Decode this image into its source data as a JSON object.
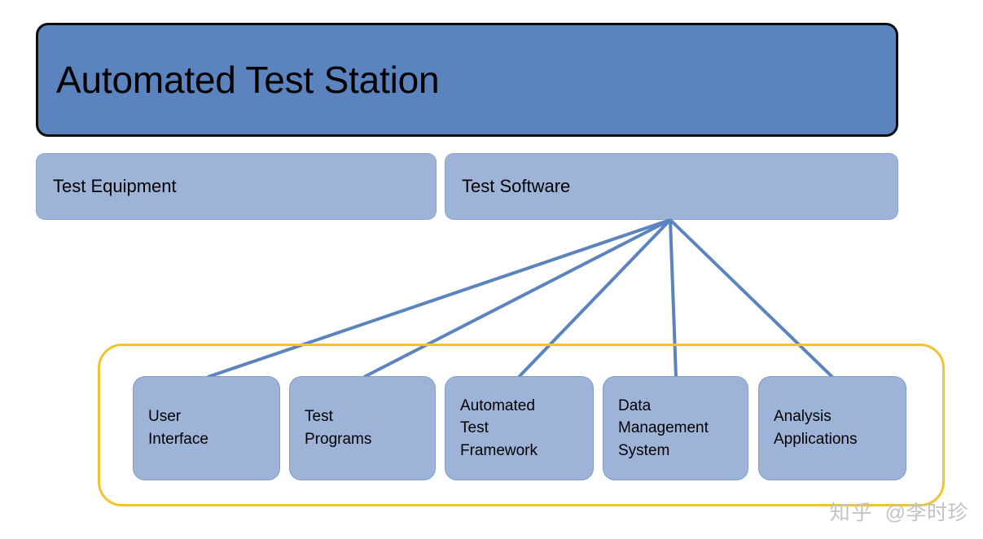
{
  "diagram": {
    "title": "Automated Test Station",
    "colors": {
      "title_fill": "#5B83BE",
      "title_border": "#0D0D0D",
      "box_fill": "#9DB4D8",
      "box_border": "#7F9BC6",
      "connector": "#5B83BE",
      "group_border": "#F2C32C",
      "text": "#000000",
      "watermark": "#C3C3C3"
    },
    "row2": [
      {
        "label": "Test Equipment"
      },
      {
        "label": "Test Software"
      }
    ],
    "components": [
      {
        "label": "User\nInterface"
      },
      {
        "label": "Test\nPrograms"
      },
      {
        "label": "Automated\nTest\nFramework"
      },
      {
        "label": "Data\nManagement\nSystem"
      },
      {
        "label": "Analysis\nApplications"
      }
    ]
  },
  "watermark": {
    "logo": "知乎",
    "handle": "@李时珍"
  }
}
